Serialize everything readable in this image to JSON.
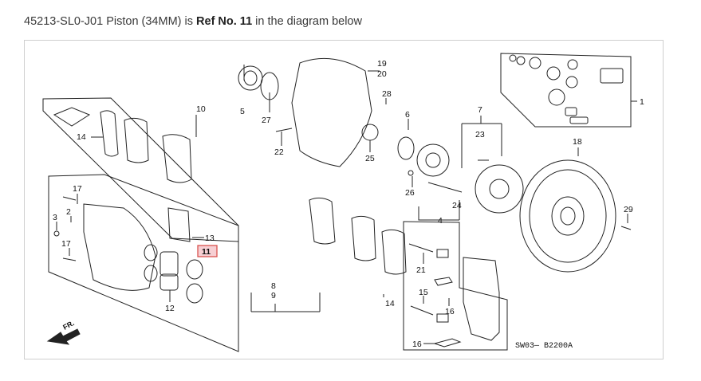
{
  "caption": {
    "part_number": "45213-SL0-J01",
    "part_name": "Piston (34MM)",
    "is_text": "is",
    "ref_text": "Ref No. 11",
    "suffix": "in the diagram below"
  },
  "diagram": {
    "code": "SW03— B2200A",
    "front_label": "FR.",
    "highlight_ref": "11",
    "labels": {
      "l1": "1",
      "l2": "2",
      "l3": "3",
      "l4": "4",
      "l5": "5",
      "l6": "6",
      "l7": "7",
      "l8": "8",
      "l9": "9",
      "l10": "10",
      "l11": "11",
      "l12": "12",
      "l13": "13",
      "l14a": "14",
      "l14b": "14",
      "l15": "15",
      "l16a": "16",
      "l16b": "16",
      "l17a": "17",
      "l17b": "17",
      "l18": "18",
      "l19": "19",
      "l20": "20",
      "l21": "21",
      "l22": "22",
      "l23": "23",
      "l24": "24",
      "l25": "25",
      "l26": "26",
      "l27": "27",
      "l28": "28",
      "l29": "29"
    },
    "colors": {
      "highlight_fill": "#f7cfd3",
      "highlight_border": "#d9534f",
      "line": "#222222"
    }
  }
}
